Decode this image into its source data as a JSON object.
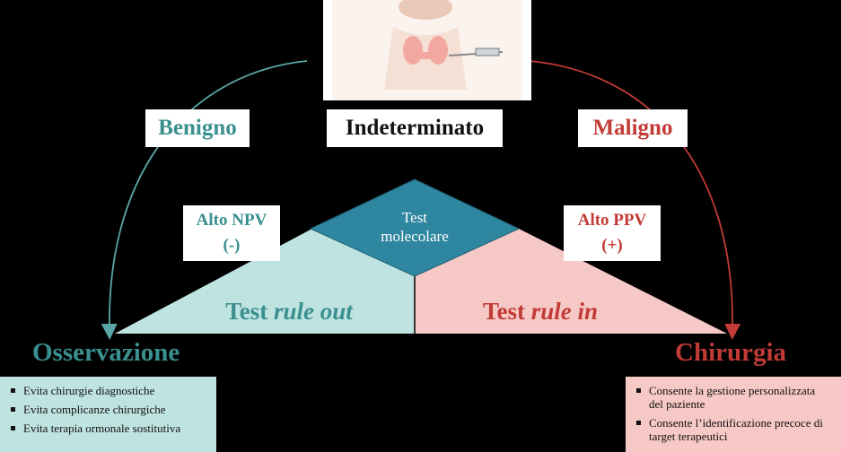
{
  "labels": {
    "benigno": "Benigno",
    "indeterminato": "Indeterminato",
    "maligno": "Maligno",
    "npv_line1": "Alto NPV",
    "npv_line2": "(-)",
    "ppv_line1": "Alto PPV",
    "ppv_line2": "(+)",
    "test_line1": "Test",
    "test_line2": "molecolare",
    "rule_out_prefix": "Test",
    "rule_out_em": "rule out",
    "rule_in_prefix": "Test",
    "rule_in_em": "rule in",
    "osservazione": "Osservazione",
    "chirurgia": "Chirurgia"
  },
  "left_panel": {
    "items": [
      "Evita chirurgie diagnostiche",
      "Evita complicanze chirurgiche",
      "Evita terapia ormonale sostitutiva"
    ]
  },
  "right_panel": {
    "items": [
      "Consente la gestione personalizzata del paziente",
      "Consente l’identificazione precoce di target terapeutici"
    ]
  },
  "colors": {
    "teal": "#3a8f8f",
    "red": "#c23b36",
    "light_teal": "#bfe3e1",
    "light_red": "#f6c9c6",
    "diamond": "#2e86a0"
  }
}
